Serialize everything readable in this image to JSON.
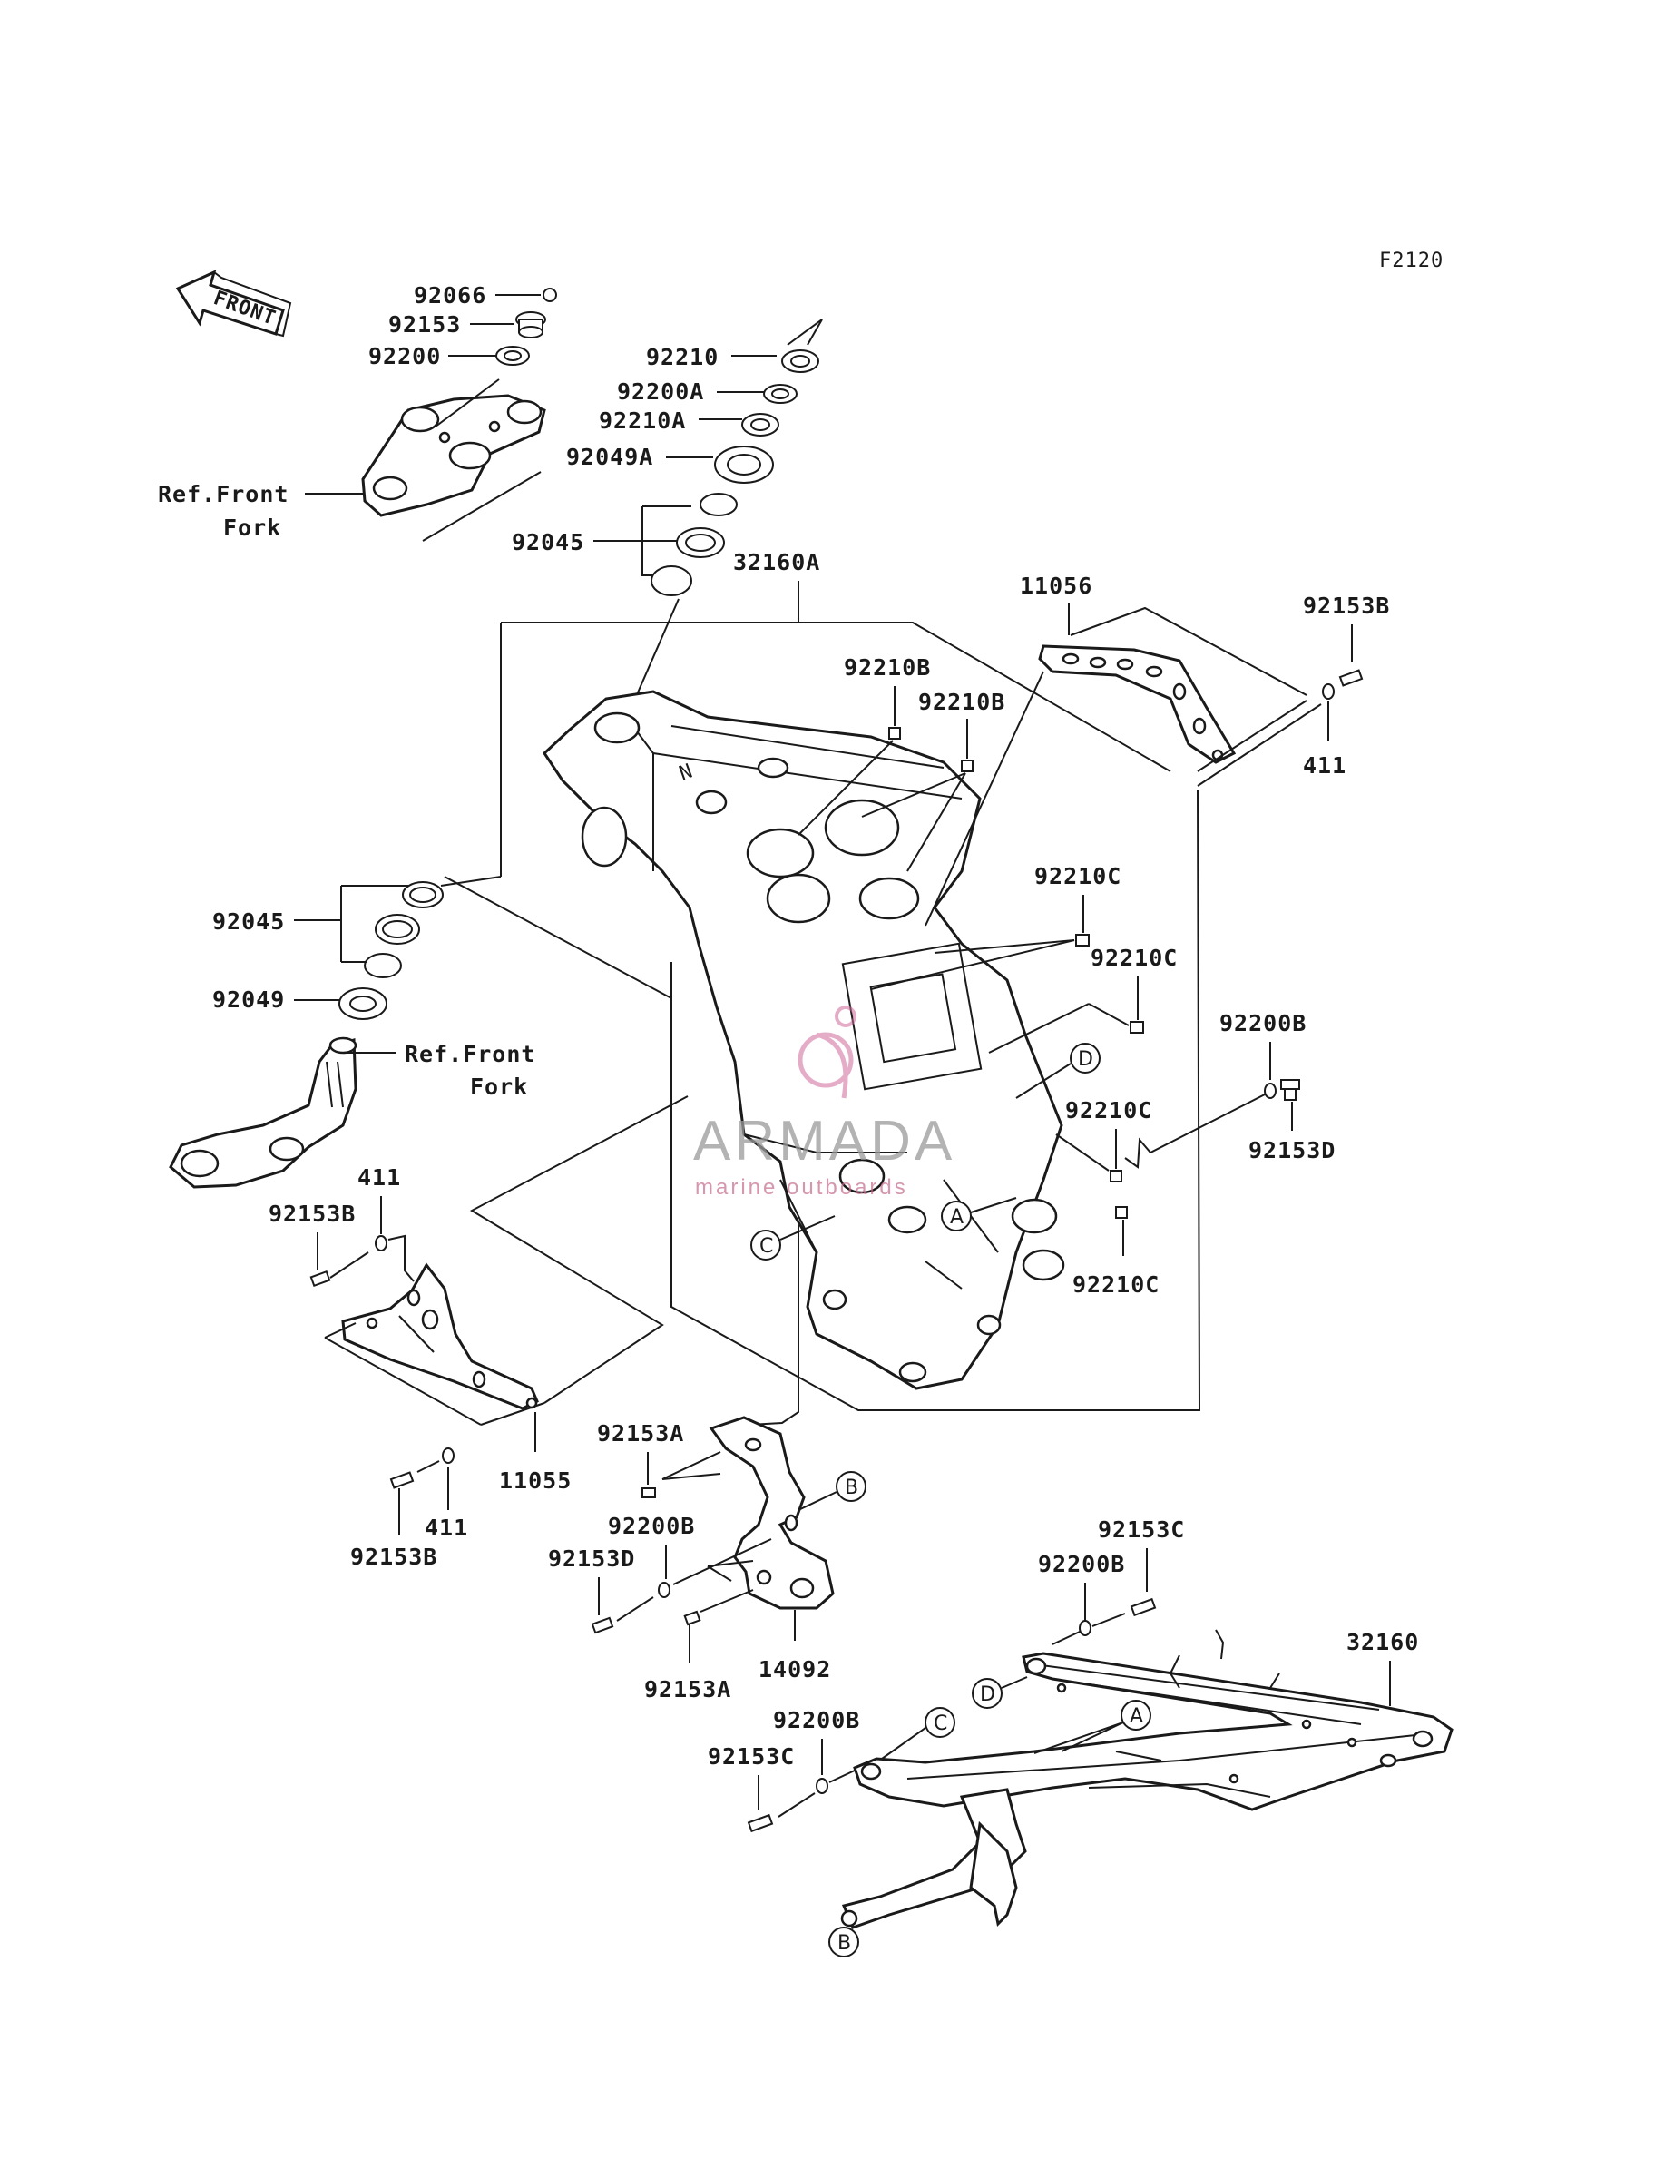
{
  "diagram_code": "F2120",
  "front_arrow_label": "FRONT",
  "ref_front_fork_upper": [
    "Ref.Front",
    "Fork"
  ],
  "ref_front_fork_lower": [
    "Ref.Front",
    "Fork"
  ],
  "parts": {
    "p92066": "92066",
    "p92153": "92153",
    "p92200": "92200",
    "p92210": "92210",
    "p92200A": "92200A",
    "p92210A": "92210A",
    "p92049A": "92049A",
    "p92045_top": "92045",
    "p32160A": "32160A",
    "p11056": "11056",
    "p92153B_right": "92153B",
    "p411_right": "411",
    "p92210B_1": "92210B",
    "p92210B_2": "92210B",
    "p92210C_1": "92210C",
    "p92210C_2": "92210C",
    "p92210C_3": "92210C",
    "p92210C_4": "92210C",
    "p92200B_right": "92200B",
    "p92153D_right": "92153D",
    "p92045_left": "92045",
    "p92049": "92049",
    "p411_left_top": "411",
    "p92153B_left_top": "92153B",
    "p11055": "11055",
    "p411_left_bottom": "411",
    "p92153B_left_bottom": "92153B",
    "p92153A_top": "92153A",
    "p92200B_mid": "92200B",
    "p92153D_mid": "92153D",
    "p92153A_bottom": "92153A",
    "p14092": "14092",
    "p92153C_top": "92153C",
    "p92200B_sub_top": "92200B",
    "p32160": "32160",
    "p92200B_sub_bottom": "92200B",
    "p92153C_bottom": "92153C"
  },
  "callouts": {
    "A_frame": "A",
    "B_bracket": "B",
    "C_frame": "C",
    "D_frame": "D",
    "A_sub": "A",
    "B_sub": "B",
    "C_sub": "C",
    "D_sub": "D"
  },
  "watermark": {
    "brand": "ARMADA",
    "tagline": "marine outboards"
  }
}
